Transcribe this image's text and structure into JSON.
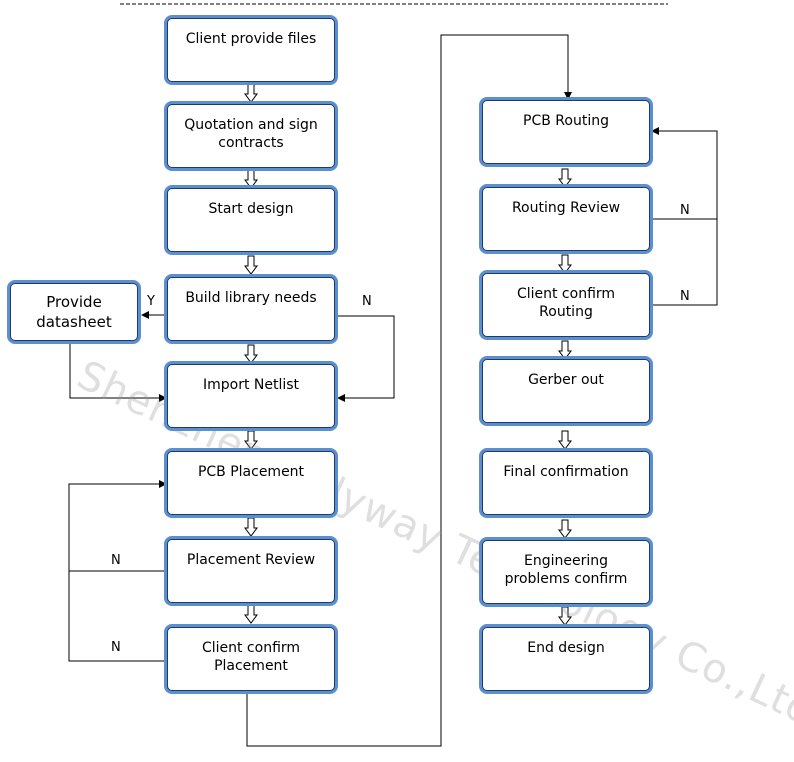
{
  "nodes": {
    "client_provide_files": "Client provide files",
    "quotation": "Quotation and sign\ncontracts",
    "start_design": "Start design",
    "build_library": "Build library needs",
    "provide_datasheet": "Provide\ndatasheet",
    "import_netlist": "Import Netlist",
    "pcb_placement": "PCB Placement",
    "placement_review": "Placement Review",
    "client_confirm_placement": "Client confirm\nPlacement",
    "pcb_routing": "PCB Routing",
    "routing_review": "Routing Review",
    "client_confirm_routing": "Client confirm\nRouting",
    "gerber_out": "Gerber out",
    "final_confirmation": "Final confirmation",
    "engineering_problems": "Engineering\nproblems confirm",
    "end_design": "End design"
  },
  "edge_labels": {
    "yes": "Y",
    "no": "N"
  },
  "watermark": "Shenzhen Onlyway Technology Co.,Ltd.",
  "colors": {
    "box_border": "#1f3b63",
    "box_glow": "#5b8fcf",
    "line": "#000000"
  }
}
